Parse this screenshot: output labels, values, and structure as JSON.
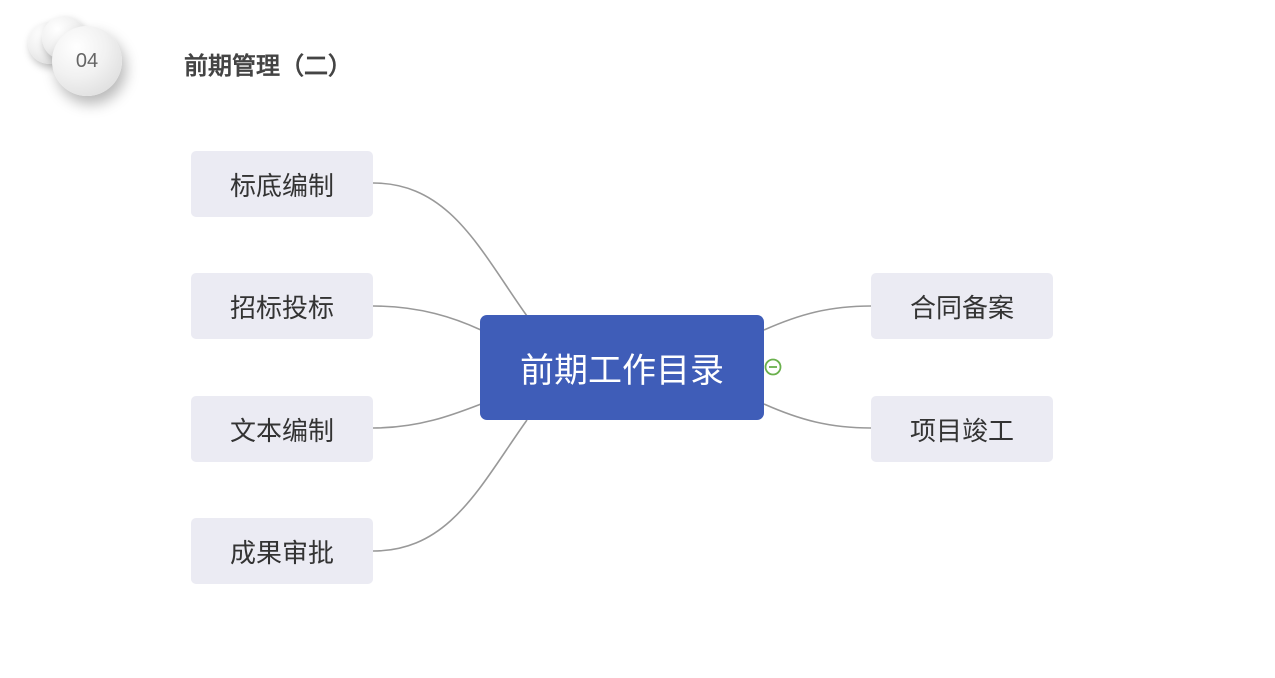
{
  "header": {
    "section_number": "04",
    "title": "前期管理（二）"
  },
  "mindmap": {
    "center": "前期工作目录",
    "left_branches": [
      "标底编制",
      "招标投标",
      "文本编制",
      "成果审批"
    ],
    "right_branches": [
      "合同备案",
      "项目竣工"
    ]
  },
  "colors": {
    "center_fill": "#3f5db8",
    "branch_fill": "#ebebf3",
    "connector": "#999999",
    "toggle": "#6ab04c"
  }
}
